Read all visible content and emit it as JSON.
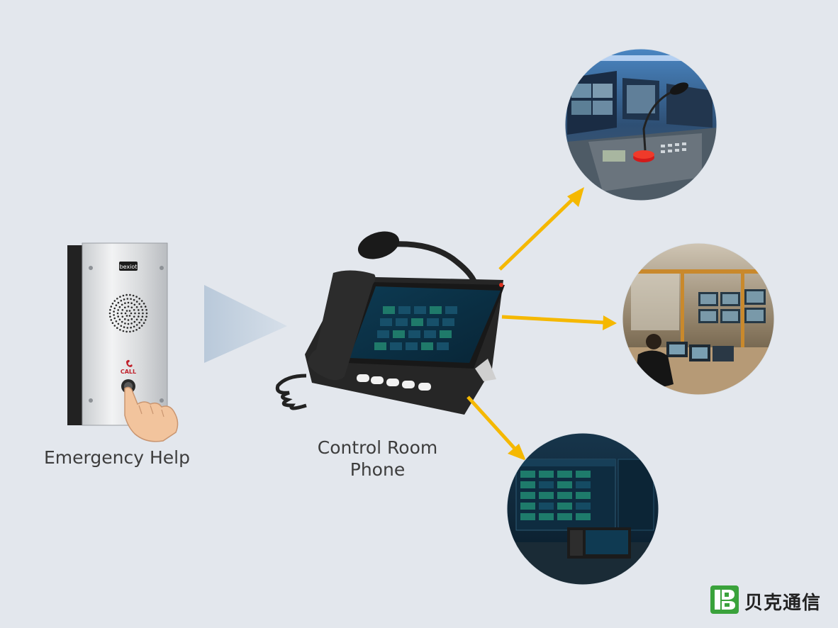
{
  "nodes": {
    "emergency_help": {
      "label": "Emergency Help",
      "device_brand": "bexiot",
      "call_text": "CALL"
    },
    "control_room_phone": {
      "label": "Control Room Phone",
      "label_line1": "Control Room",
      "label_line2": "Phone"
    }
  },
  "targets": [
    {
      "name": "microphone-console-photo"
    },
    {
      "name": "security-control-room-photo"
    },
    {
      "name": "dispatch-system-screen-photo"
    }
  ],
  "brand": {
    "logo_text": "贝克通信"
  },
  "colors": {
    "background": "#e3e7ed",
    "arrow": "#f5b800",
    "pointer": "#b9c9da",
    "brand_green": "#3aa23b"
  }
}
